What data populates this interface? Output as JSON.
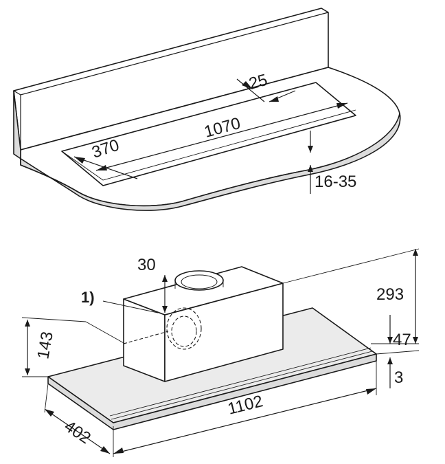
{
  "cutout": {
    "width": "1070",
    "depth": "370",
    "edge": "25",
    "thickness": "16-35"
  },
  "hood": {
    "height_total": "293",
    "height_lower": "47",
    "height_front": "143",
    "lip": "3",
    "width": "1102",
    "depth": "402",
    "collar": "30",
    "footnote": "1)"
  }
}
